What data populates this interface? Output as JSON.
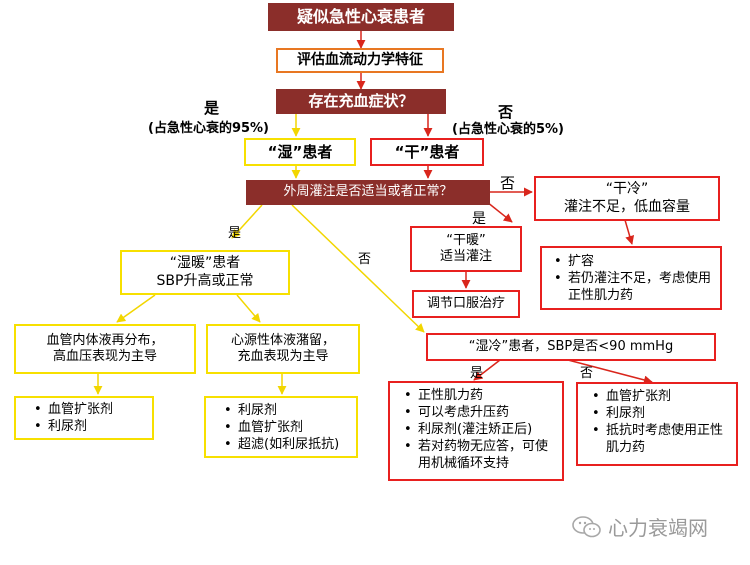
{
  "nodes": {
    "suspected": "疑似急性心衰患者",
    "assess": "评估血流动力学特征",
    "congestion": "存在充血症状？",
    "wet": "“湿”患者",
    "dry": "“干”患者",
    "perfusion": "外周灌注是否适当或者正常？",
    "dry_cold_line1": "“干冷”",
    "dry_cold_line2": "灌注不足，低血容量",
    "dry_warm_line1": "“干暖”",
    "dry_warm_line2": "适当灌注",
    "adjust_oral": "调节口服治疗",
    "wet_warm_line1": "“湿暖”患者",
    "wet_warm_line2": "SBP升高或正常",
    "wet_cold": "“湿冷”患者，SBP是否<90 mmHg",
    "vascular_line1": "血管内体液再分布，",
    "vascular_line2": "高血压表现为主导",
    "cardiac_line1": "心源性体液潴留，",
    "cardiac_line2": "充血表现为主导"
  },
  "labels": {
    "yes": "是",
    "no": "否",
    "yes_pct": "(占急性心衰的95%)",
    "no_pct": "(占急性心衰的5%)"
  },
  "lists": {
    "dry_cold": [
      "扩容",
      "若仍灌注不足，考虑使用正性肌力药"
    ],
    "vascular": [
      "血管扩张剂",
      "利尿剂"
    ],
    "cardiac": [
      "利尿剂",
      "血管扩张剂",
      "超滤(如利尿抵抗)"
    ],
    "wet_cold_yes": [
      "正性肌力药",
      "可以考虑升压药",
      "利尿剂(灌注矫正后)",
      "若对药物无应答，可使用机械循环支持"
    ],
    "wet_cold_no": [
      "血管扩张剂",
      "利尿剂",
      "抵抗时考虑使用正性肌力药"
    ]
  },
  "watermark": "心力衰竭网",
  "colors": {
    "dark_box": "#8b2e2a",
    "orange_border": "#e87722",
    "yellow_border": "#f7e000",
    "red_border": "#e8201f",
    "arrow_red": "#d9261c",
    "arrow_orange": "#e87722",
    "arrow_yellow": "#f7e000"
  }
}
